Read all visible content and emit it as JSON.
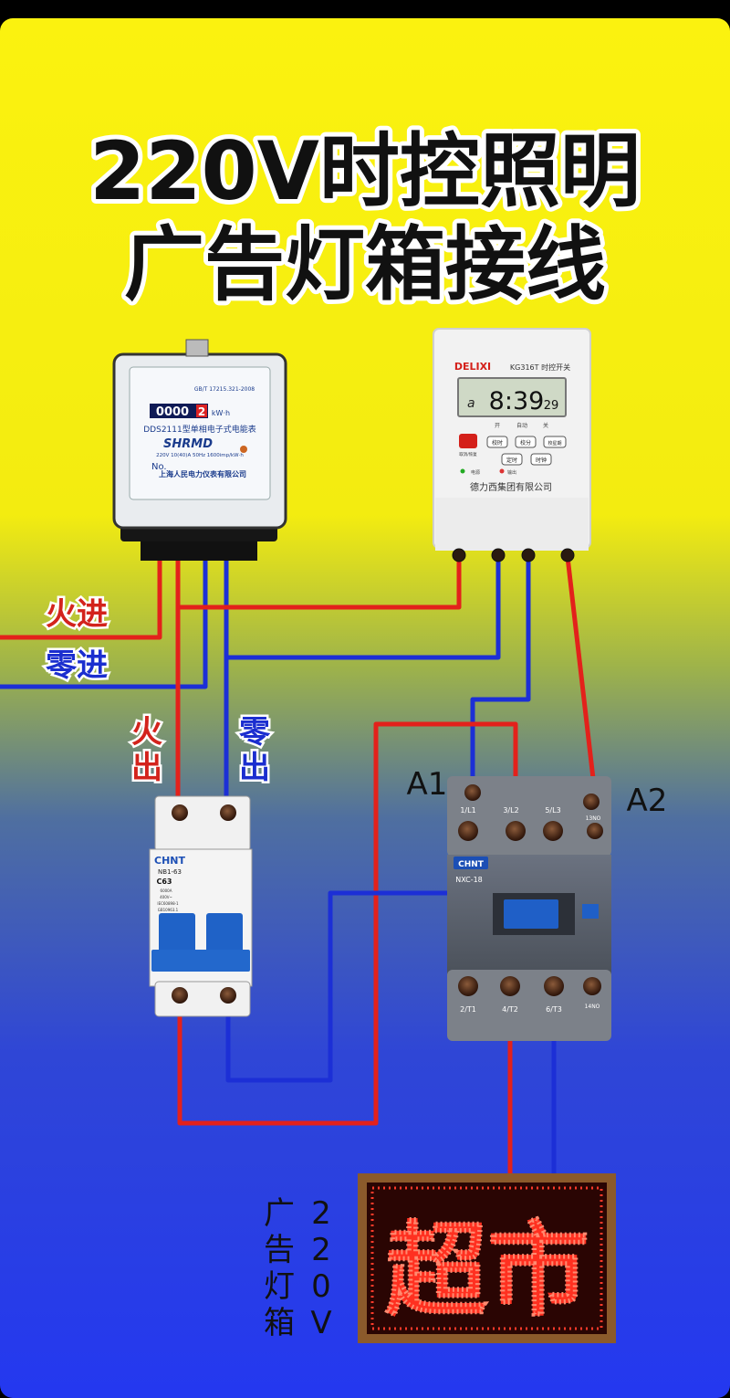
{
  "title": {
    "line1": "220V时控照明",
    "line2": "广告灯箱接线"
  },
  "labels": {
    "live_in": "火进",
    "neutral_in": "零进",
    "live_out": [
      "火",
      "出"
    ],
    "neutral_out": [
      "零",
      "出"
    ],
    "a1": "A1",
    "a2": "A2",
    "lightbox_caption": [
      "广",
      "告",
      "灯",
      "箱"
    ],
    "voltage_caption": [
      "2",
      "2",
      "0",
      "V"
    ]
  },
  "meter": {
    "code": "GB/T 17215.321-2008",
    "reading": "0000",
    "reading_last": "2",
    "unit": "kW·h",
    "model": "DDS2111型单相电子式电能表",
    "brand": "SHRMD",
    "specs": "220V  10(40)A  50Hz  1600imp/kW·h",
    "serial_label": "No.",
    "maker": "上海人民电力仪表有限公司"
  },
  "timer": {
    "brand": "DELIXI",
    "model": "KG316T 时控开关",
    "display_prefix": "a",
    "display_time": "8:39",
    "display_seconds": "29",
    "mode_labels": [
      "开",
      "自动",
      "关"
    ],
    "buttons": [
      "取消/恢复",
      "校时",
      "校分",
      "校星期",
      "定时",
      "时钟"
    ],
    "indicators": [
      "电源",
      "输出"
    ],
    "maker": "德力西集团有限公司"
  },
  "breaker": {
    "brand": "CHNT",
    "model": "NB1-63",
    "rating": "C63",
    "specs": [
      "6000A",
      "400V~",
      "IEC60898-1",
      "GB10963.1"
    ]
  },
  "contactor": {
    "brand": "CHNT",
    "model": "NXC-18",
    "top_terminals": [
      "1/L1",
      "3/L2",
      "5/L3",
      "13NO"
    ],
    "bottom_terminals": [
      "2/T1",
      "4/T2",
      "6/T3",
      "14NO"
    ]
  },
  "sign": {
    "text": "超市"
  },
  "colors": {
    "live": "#e3211b",
    "neutral": "#1c2fd6",
    "bg_top": "#fbf00e",
    "bg_bottom": "#2a3fe8"
  }
}
